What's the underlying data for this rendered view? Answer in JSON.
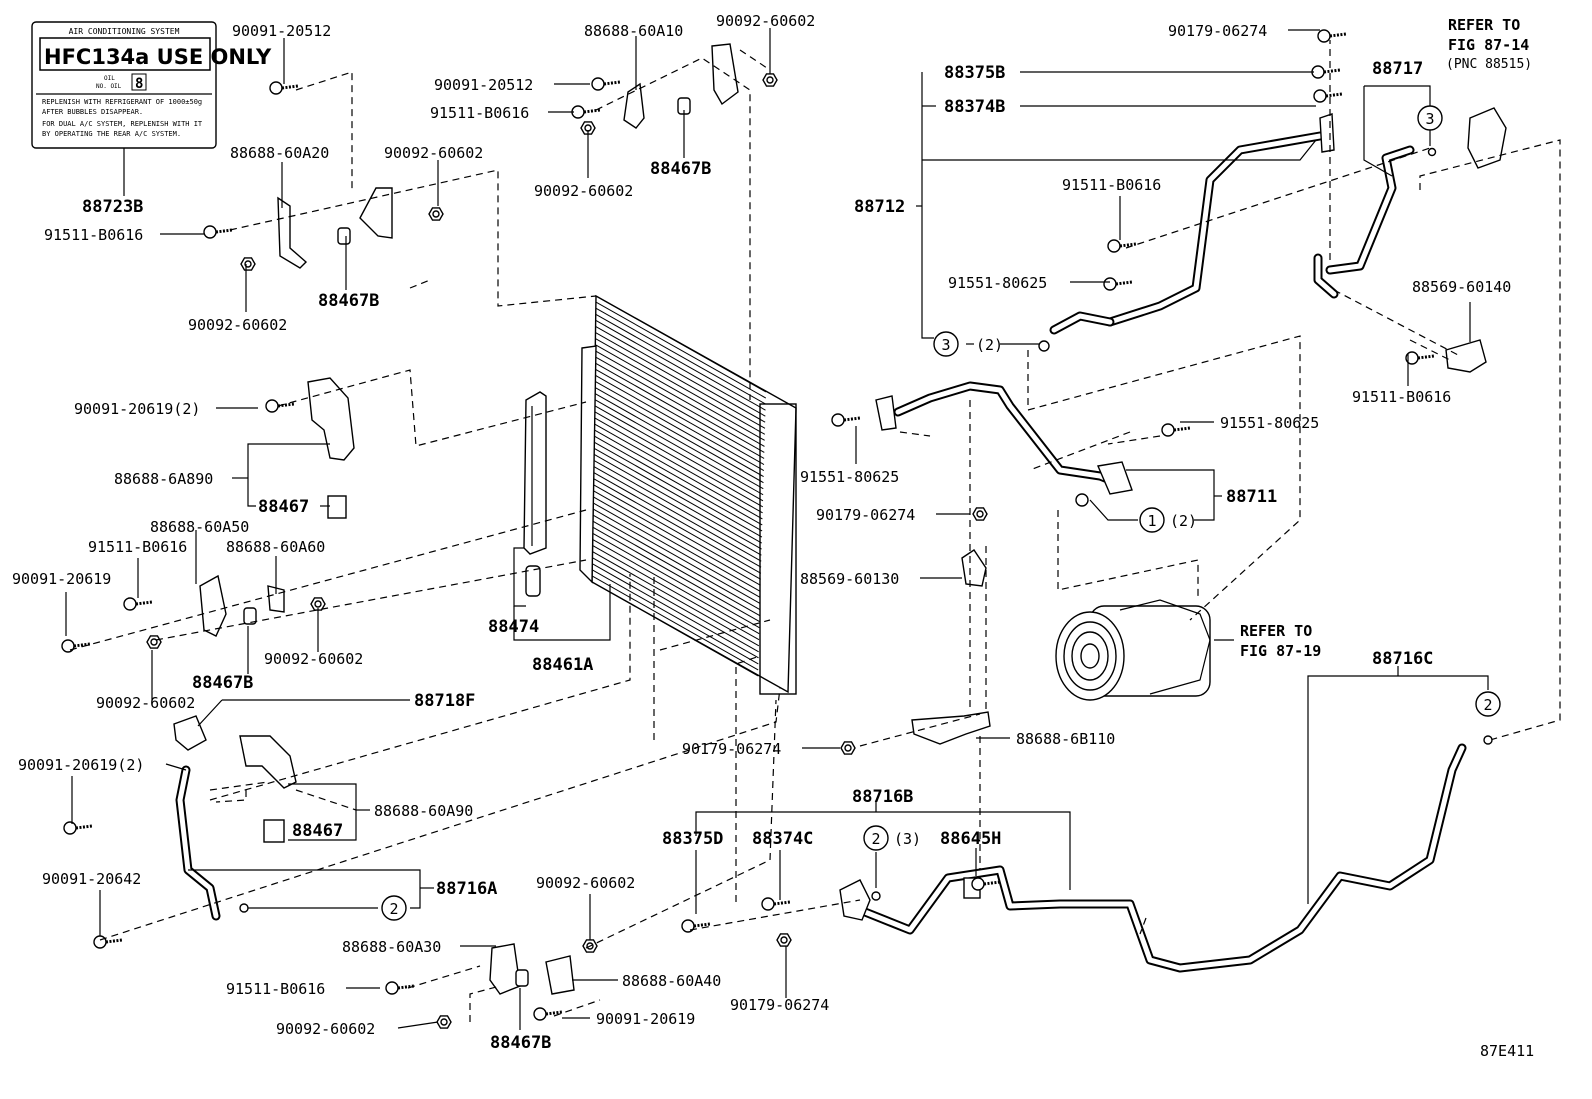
{
  "label_sticker": {
    "header": "AIR CONDITIONING SYSTEM",
    "brand": "HFC134a USE ONLY",
    "oil_label": "OIL",
    "no_oil_label": "NO. OIL",
    "oil_no": "8",
    "warning_lines": [
      "REPLENISH WITH REFRIGERANT OF 1000±50g",
      "AFTER BUBBLES DISAPPEAR.",
      "FOR DUAL A/C SYSTEM, REPLENISH WITH IT",
      "BY OPERATING THE REAR A/C SYSTEM."
    ]
  },
  "labels": {
    "l01": "90091-20512",
    "l02": "88688-60A10",
    "l03": "90092-60602",
    "l04": "90091-20512",
    "l05": "91511-B0616",
    "l06": "88467B",
    "l07": "90092-60602",
    "l08": "88723B",
    "l09": "88688-60A20",
    "l10": "90092-60602",
    "l11": "91511-B0616",
    "l12": "88467B",
    "l13": "90092-60602",
    "l14": "90179-06274",
    "l15": "REFER TO",
    "l16": "FIG 87-14",
    "l17": "(PNC 88515)",
    "l18": "88717",
    "l19": "88375B",
    "l20": "88374B",
    "l21": "88712",
    "l22": "91511-B0616",
    "l23": "91551-80625",
    "l24": "88569-60140",
    "l25": "(2)",
    "l26": "91511-B0616",
    "l27": "90091-20619(2)",
    "l28": "88688-6A890",
    "l29": "88467",
    "l30": "91551-80625",
    "l31": "91551-80625",
    "l32": "88711",
    "l33": "(2)",
    "l34": "90179-06274",
    "l35": "88688-60A50",
    "l36": "91511-B0616",
    "l37": "88688-60A60",
    "l38": "90091-20619",
    "l39": "88474",
    "l40": "88569-60130",
    "l41": "REFER TO",
    "l42": "FIG 87-19",
    "l43": "90092-60602",
    "l44": "88461A",
    "l45": "88467B",
    "l46": "90092-60602",
    "l47": "88716C",
    "l48": "88718F",
    "l49": "90179-06274",
    "l50": "88688-6B110",
    "l51": "90091-20619(2)",
    "l52": "88688-60A90",
    "l53": "88467",
    "l54": "88716B",
    "l55": "88375D",
    "l56": "88374C",
    "l57": "(3)",
    "l58": "88645H",
    "l59": "90091-20642",
    "l60": "88716A",
    "l61": "90092-60602",
    "l62": "88688-60A30",
    "l63": "91511-B0616",
    "l64": "88688-60A40",
    "l65": "90179-06274",
    "l66": "90092-60602",
    "l67": "90091-20619",
    "l68": "88467B",
    "l69": "87E411"
  },
  "callouts": {
    "c1": "3",
    "c2": "3",
    "c3": "1",
    "c4": "2",
    "c5": "2",
    "c6": "2"
  }
}
